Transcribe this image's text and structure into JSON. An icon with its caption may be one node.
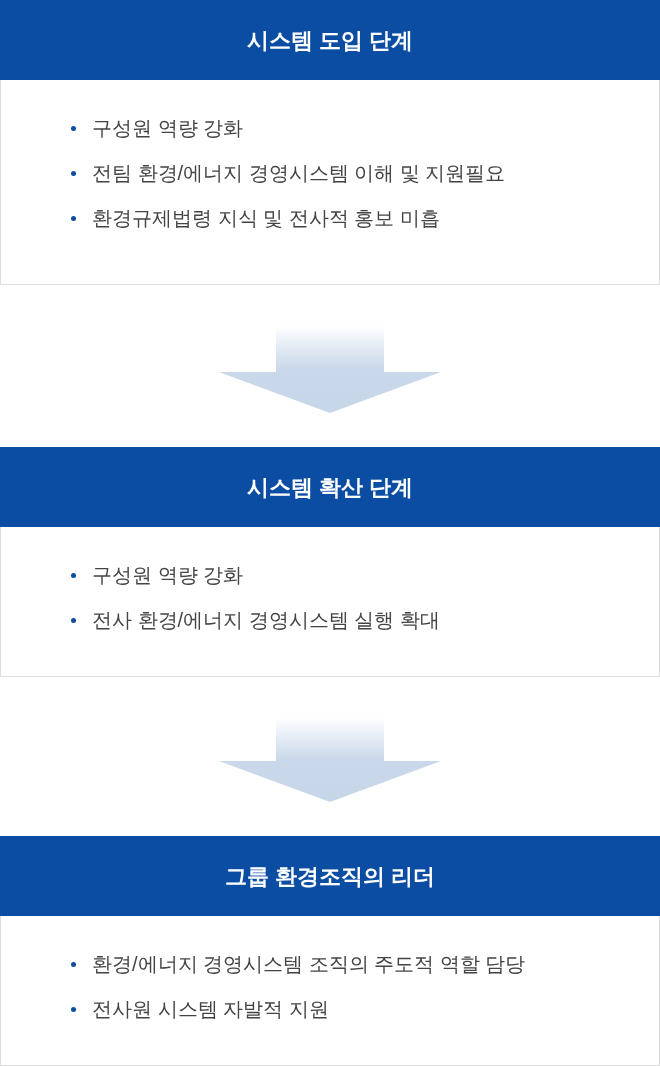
{
  "diagram": {
    "nodes": [
      {
        "text": [
          "시스템 도입 단계",
          "구성원 역량 강화",
          "전팀 환경/에너지 경영시스템 이해 및 지원필요",
          "환경규제법령 지식 및 전사적 홍보 미흡"
        ]
      },
      {
        "text": [
          "시스템 확산 단계",
          "구성원 역량 강화",
          "전사 환경/에너지 경영시스템 실행 확대"
        ]
      },
      {
        "text": [
          "그룹 환경조직의 리더",
          "환경/에너지 경영시스템 조직의 주도적 역할 담당",
          "전사원 시스템 자발적 지원"
        ]
      }
    ],
    "edges": [
      {
        "from": 0,
        "to": 1,
        "arrow": "to",
        "style": "thick"
      },
      {
        "from": 1,
        "to": 2,
        "arrow": "to",
        "style": "thick"
      }
    ]
  }
}
